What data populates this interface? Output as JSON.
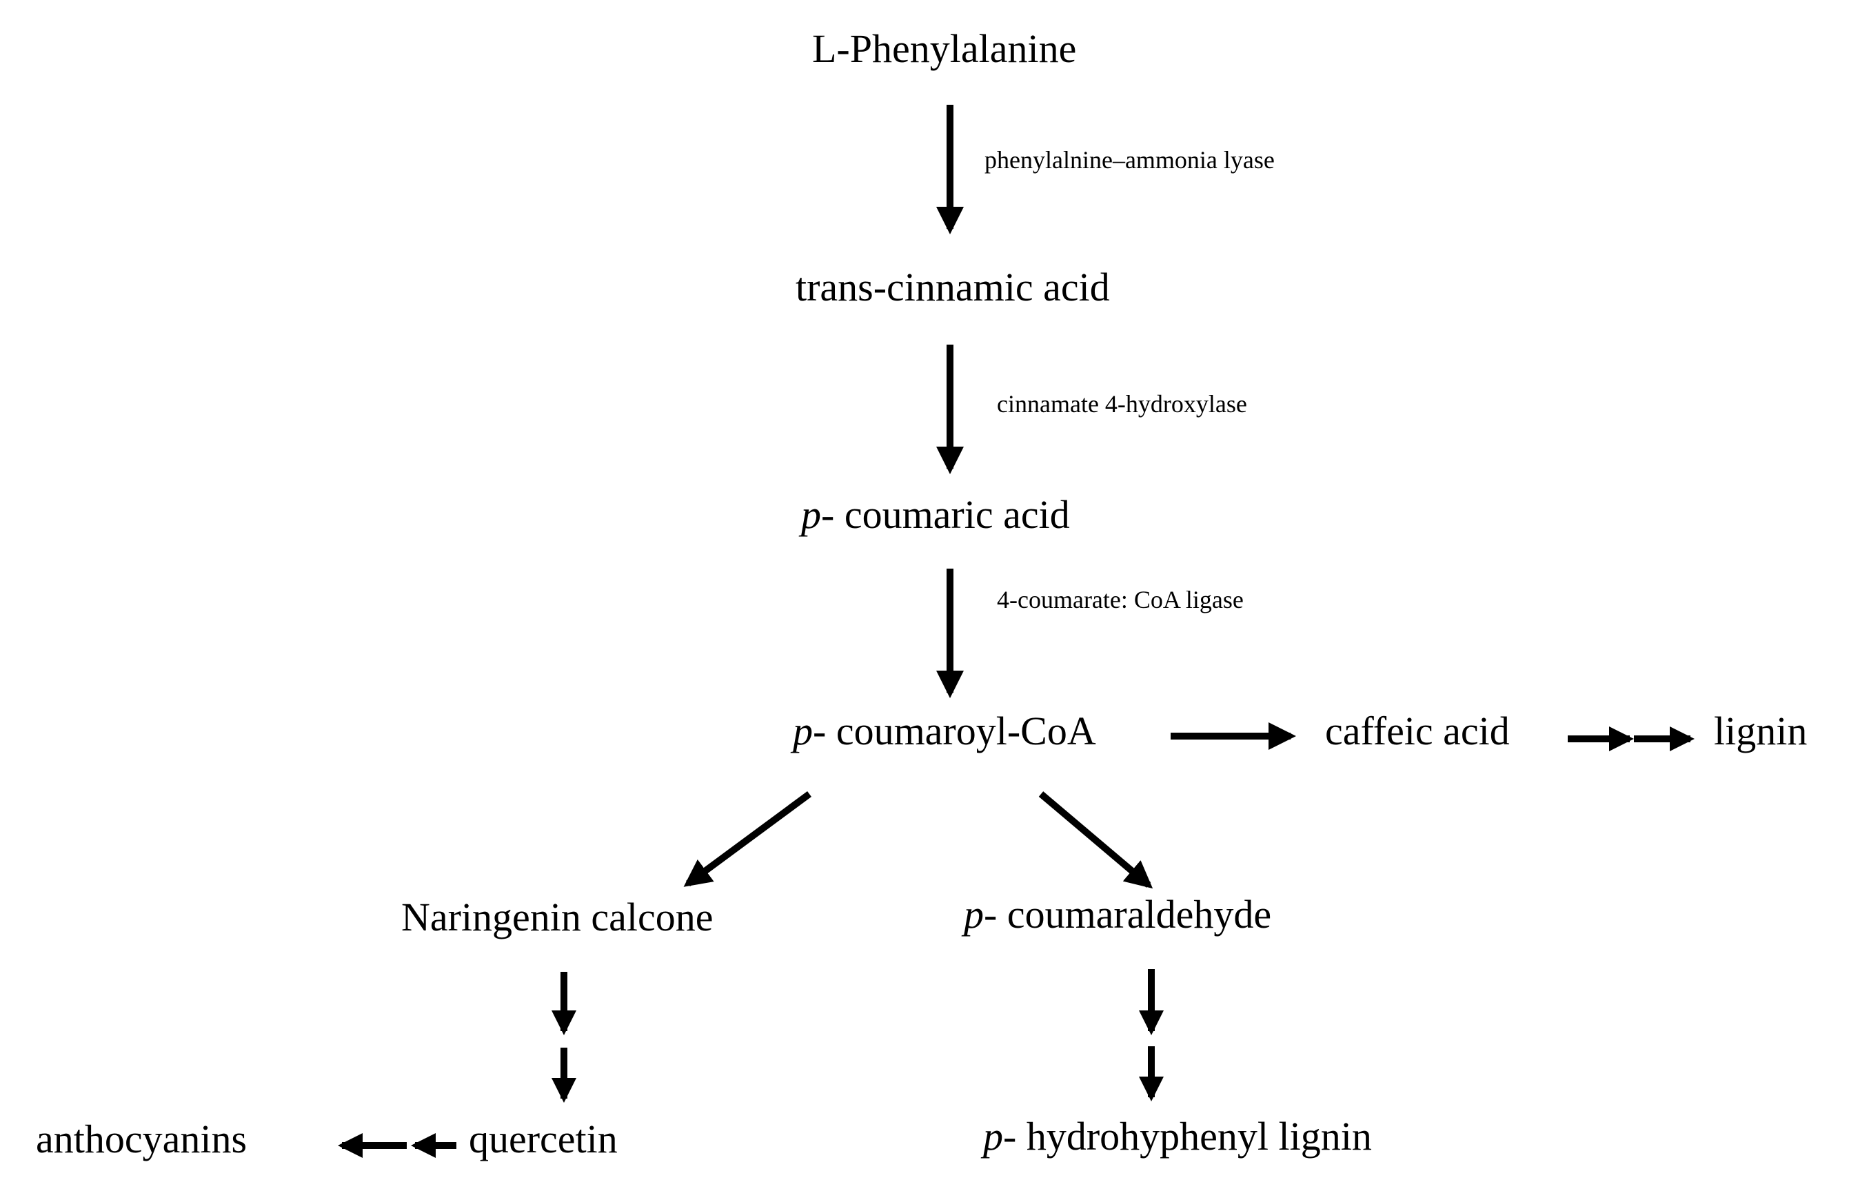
{
  "pathway": {
    "compounds": {
      "l_phenylalanine": "L-Phenylalanine",
      "trans_cinnamic_acid": "trans-cinnamic acid",
      "p_coumaric_acid": {
        "prefix": "p-",
        "name": "coumaric acid"
      },
      "p_coumaroyl_coa": {
        "prefix": "p-",
        "name": "coumaroyl-CoA"
      },
      "caffeic_acid": "caffeic acid",
      "lignin": "lignin",
      "naringenin_calcone": "Naringenin calcone",
      "p_coumaraldehyde": {
        "prefix": "p-",
        "name": "coumaraldehyde"
      },
      "anthocyanins": "anthocyanins",
      "quercetin": "quercetin",
      "p_hydrohyphenyl_lignin": {
        "prefix": "p-",
        "name": "hydrohyphenyl lignin"
      }
    },
    "enzymes": {
      "pal": "phenylalnine–ammonia lyase",
      "c4h": "cinnamate 4-hydroxylase",
      "4cl": "4-coumarate: CoA ligase"
    }
  },
  "colors": {
    "text": "#000000",
    "arrow": "#000000",
    "background": "#ffffff"
  }
}
